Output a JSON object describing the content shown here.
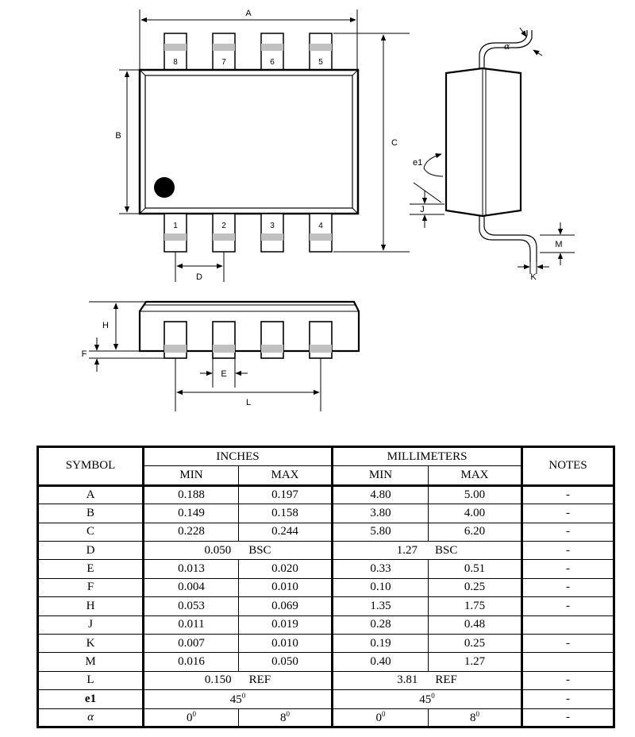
{
  "drawing": {
    "top_view": {
      "dimension_labels": {
        "A": "A",
        "B": "B",
        "C": "C",
        "D": "D"
      },
      "pins_top": [
        "8",
        "7",
        "6",
        "5"
      ],
      "pins_bottom": [
        "1",
        "2",
        "3",
        "4"
      ]
    },
    "side_view": {
      "dimension_labels": {
        "H": "H",
        "F": "F",
        "E": "E",
        "L": "L"
      }
    },
    "end_view": {
      "dimension_labels": {
        "alpha": "α",
        "e1": "e1",
        "J": "J",
        "M": "M",
        "K": "K"
      }
    }
  },
  "table": {
    "headers": {
      "symbol": "SYMBOL",
      "inches": "INCHES",
      "millimeters": "MILLIMETERS",
      "notes": "NOTES",
      "min": "MIN",
      "max": "MAX"
    },
    "rows": [
      {
        "symbol": "A",
        "in_min": "0.188",
        "in_max": "0.197",
        "mm_min": "4.80",
        "mm_max": "5.00",
        "note": "-"
      },
      {
        "symbol": "B",
        "in_min": "0.149",
        "in_max": "0.158",
        "mm_min": "3.80",
        "mm_max": "4.00",
        "note": "-"
      },
      {
        "symbol": "C",
        "in_min": "0.228",
        "in_max": "0.244",
        "mm_min": "5.80",
        "mm_max": "6.20",
        "note": "-"
      },
      {
        "symbol": "D",
        "in_value": "0.050",
        "in_tag": "BSC",
        "mm_value": "1.27",
        "mm_tag": "BSC",
        "note": "-"
      },
      {
        "symbol": "E",
        "in_min": "0.013",
        "in_max": "0.020",
        "mm_min": "0.33",
        "mm_max": "0.51",
        "note": "-"
      },
      {
        "symbol": "F",
        "in_min": "0.004",
        "in_max": "0.010",
        "mm_min": "0.10",
        "mm_max": "0.25",
        "note": "-"
      },
      {
        "symbol": "H",
        "in_min": "0.053",
        "in_max": "0.069",
        "mm_min": "1.35",
        "mm_max": "1.75",
        "note": "-"
      },
      {
        "symbol": "J",
        "in_min": "0.011",
        "in_max": "0.019",
        "mm_min": "0.28",
        "mm_max": "0.48",
        "note": ""
      },
      {
        "symbol": "K",
        "in_min": "0.007",
        "in_max": "0.010",
        "mm_min": "0.19",
        "mm_max": "0.25",
        "note": "-"
      },
      {
        "symbol": "M",
        "in_min": "0.016",
        "in_max": "0.050",
        "mm_min": "0.40",
        "mm_max": "1.27",
        "note": ""
      },
      {
        "symbol": "L",
        "in_value": "0.150",
        "in_tag": "REF",
        "mm_value": "3.81",
        "mm_tag": "REF",
        "note": "-"
      },
      {
        "symbol": "e1",
        "in_value": "45",
        "in_sup": "0",
        "mm_value": "45",
        "mm_sup": "0",
        "note": "-"
      },
      {
        "symbol": "α",
        "in_min": "0",
        "in_min_sup": "0",
        "in_max": "8",
        "in_max_sup": "0",
        "mm_min": "0",
        "mm_min_sup": "0",
        "mm_max": "8",
        "mm_max_sup": "0",
        "note": "-"
      }
    ]
  }
}
